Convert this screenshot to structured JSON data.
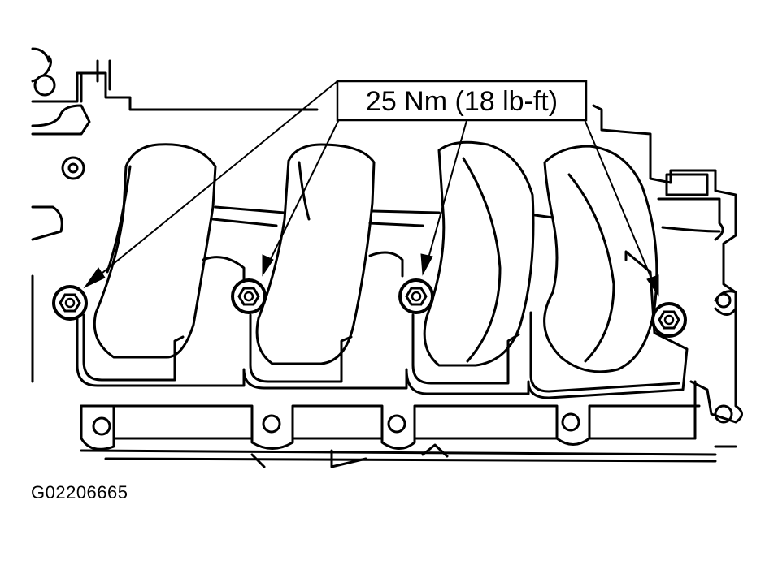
{
  "callout": {
    "torque_label": "25 Nm (18 lb-ft)",
    "target_count": 4
  },
  "figure_id": "G02206665",
  "colors": {
    "line": "#000000",
    "background": "#ffffff"
  }
}
